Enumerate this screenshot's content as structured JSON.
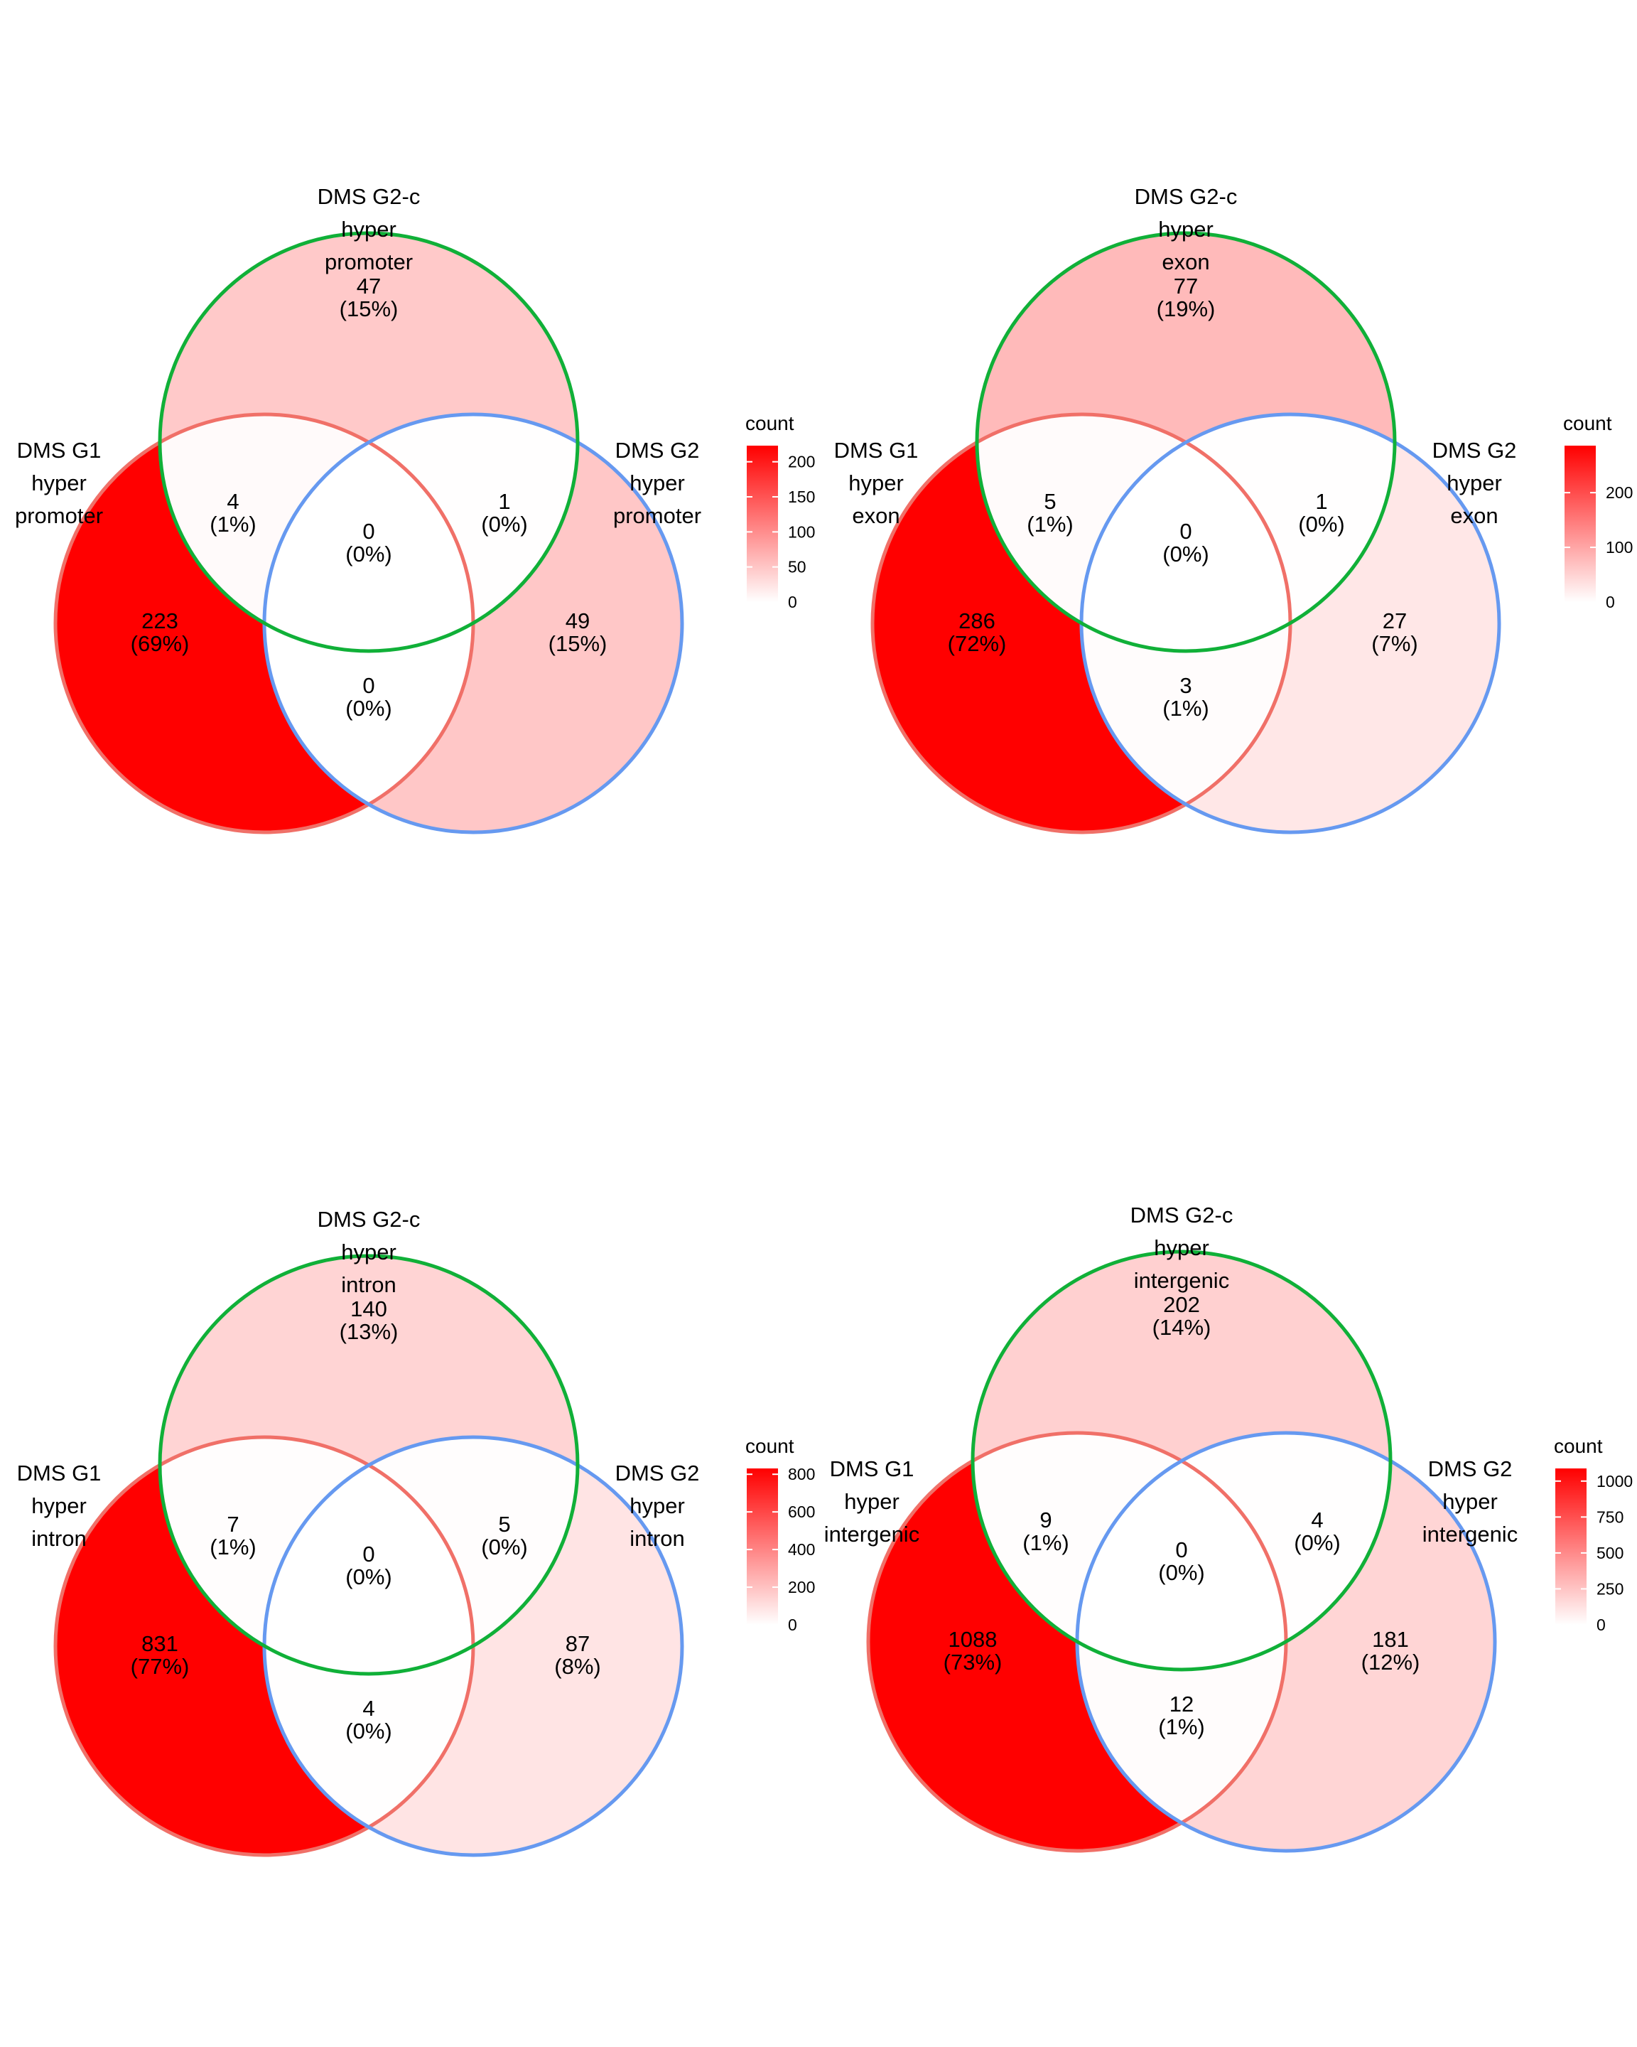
{
  "colors": {
    "low": "#FFFFFF",
    "high": "#FF0000",
    "set_a_border": "#F07068",
    "set_b_border": "#6699F0",
    "set_c_border": "#10B038"
  },
  "panels": [
    {
      "id": "promoter",
      "set_labels": {
        "a": [
          "DMS G1",
          "hyper",
          "promoter"
        ],
        "b": [
          "DMS G2",
          "hyper",
          "promoter"
        ],
        "c": [
          "DMS G2-c",
          "hyper",
          "promoter"
        ]
      },
      "regions": {
        "a": {
          "count": "223",
          "pct": "(69%)",
          "value": 223
        },
        "b": {
          "count": "49",
          "pct": "(15%)",
          "value": 49
        },
        "c": {
          "count": "47",
          "pct": "(15%)",
          "value": 47
        },
        "ac": {
          "count": "4",
          "pct": "(1%)",
          "value": 4
        },
        "bc": {
          "count": "1",
          "pct": "(0%)",
          "value": 1
        },
        "ab": {
          "count": "0",
          "pct": "(0%)",
          "value": 0
        },
        "abc": {
          "count": "0",
          "pct": "(0%)",
          "value": 0
        }
      },
      "legend": {
        "title": "count",
        "max": 223,
        "ticks": [
          {
            "label": "200",
            "value": 200
          },
          {
            "label": "150",
            "value": 150
          },
          {
            "label": "100",
            "value": 100
          },
          {
            "label": "50",
            "value": 50
          },
          {
            "label": "0",
            "value": 0
          }
        ]
      }
    },
    {
      "id": "exon",
      "set_labels": {
        "a": [
          "DMS G1",
          "hyper",
          "exon"
        ],
        "b": [
          "DMS G2",
          "hyper",
          "exon"
        ],
        "c": [
          "DMS G2-c",
          "hyper",
          "exon"
        ]
      },
      "regions": {
        "a": {
          "count": "286",
          "pct": "(72%)",
          "value": 286
        },
        "b": {
          "count": "27",
          "pct": "(7%)",
          "value": 27
        },
        "c": {
          "count": "77",
          "pct": "(19%)",
          "value": 77
        },
        "ac": {
          "count": "5",
          "pct": "(1%)",
          "value": 5
        },
        "bc": {
          "count": "1",
          "pct": "(0%)",
          "value": 1
        },
        "ab": {
          "count": "3",
          "pct": "(1%)",
          "value": 3
        },
        "abc": {
          "count": "0",
          "pct": "(0%)",
          "value": 0
        }
      },
      "legend": {
        "title": "count",
        "max": 286,
        "ticks": [
          {
            "label": "200",
            "value": 200
          },
          {
            "label": "100",
            "value": 100
          },
          {
            "label": "0",
            "value": 0
          }
        ]
      }
    },
    {
      "id": "intron",
      "set_labels": {
        "a": [
          "DMS G1",
          "hyper",
          "intron"
        ],
        "b": [
          "DMS G2",
          "hyper",
          "intron"
        ],
        "c": [
          "DMS G2-c",
          "hyper",
          "intron"
        ]
      },
      "regions": {
        "a": {
          "count": "831",
          "pct": "(77%)",
          "value": 831
        },
        "b": {
          "count": "87",
          "pct": "(8%)",
          "value": 87
        },
        "c": {
          "count": "140",
          "pct": "(13%)",
          "value": 140
        },
        "ac": {
          "count": "7",
          "pct": "(1%)",
          "value": 7
        },
        "bc": {
          "count": "5",
          "pct": "(0%)",
          "value": 5
        },
        "ab": {
          "count": "4",
          "pct": "(0%)",
          "value": 4
        },
        "abc": {
          "count": "0",
          "pct": "(0%)",
          "value": 0
        }
      },
      "legend": {
        "title": "count",
        "max": 831,
        "ticks": [
          {
            "label": "800",
            "value": 800
          },
          {
            "label": "600",
            "value": 600
          },
          {
            "label": "400",
            "value": 400
          },
          {
            "label": "200",
            "value": 200
          },
          {
            "label": "0",
            "value": 0
          }
        ]
      }
    },
    {
      "id": "intergenic",
      "set_labels": {
        "a": [
          "DMS G1",
          "hyper",
          "intergenic"
        ],
        "b": [
          "DMS G2",
          "hyper",
          "intergenic"
        ],
        "c": [
          "DMS G2-c",
          "hyper",
          "intergenic"
        ]
      },
      "regions": {
        "a": {
          "count": "1088",
          "pct": "(73%)",
          "value": 1088
        },
        "b": {
          "count": "181",
          "pct": "(12%)",
          "value": 181
        },
        "c": {
          "count": "202",
          "pct": "(14%)",
          "value": 202
        },
        "ac": {
          "count": "9",
          "pct": "(1%)",
          "value": 9
        },
        "bc": {
          "count": "4",
          "pct": "(0%)",
          "value": 4
        },
        "ab": {
          "count": "12",
          "pct": "(1%)",
          "value": 12
        },
        "abc": {
          "count": "0",
          "pct": "(0%)",
          "value": 0
        }
      },
      "legend": {
        "title": "count",
        "max": 1088,
        "ticks": [
          {
            "label": "1000",
            "value": 1000
          },
          {
            "label": "750",
            "value": 750
          },
          {
            "label": "500",
            "value": 500
          },
          {
            "label": "250",
            "value": 250
          },
          {
            "label": "0",
            "value": 0
          }
        ]
      }
    }
  ]
}
